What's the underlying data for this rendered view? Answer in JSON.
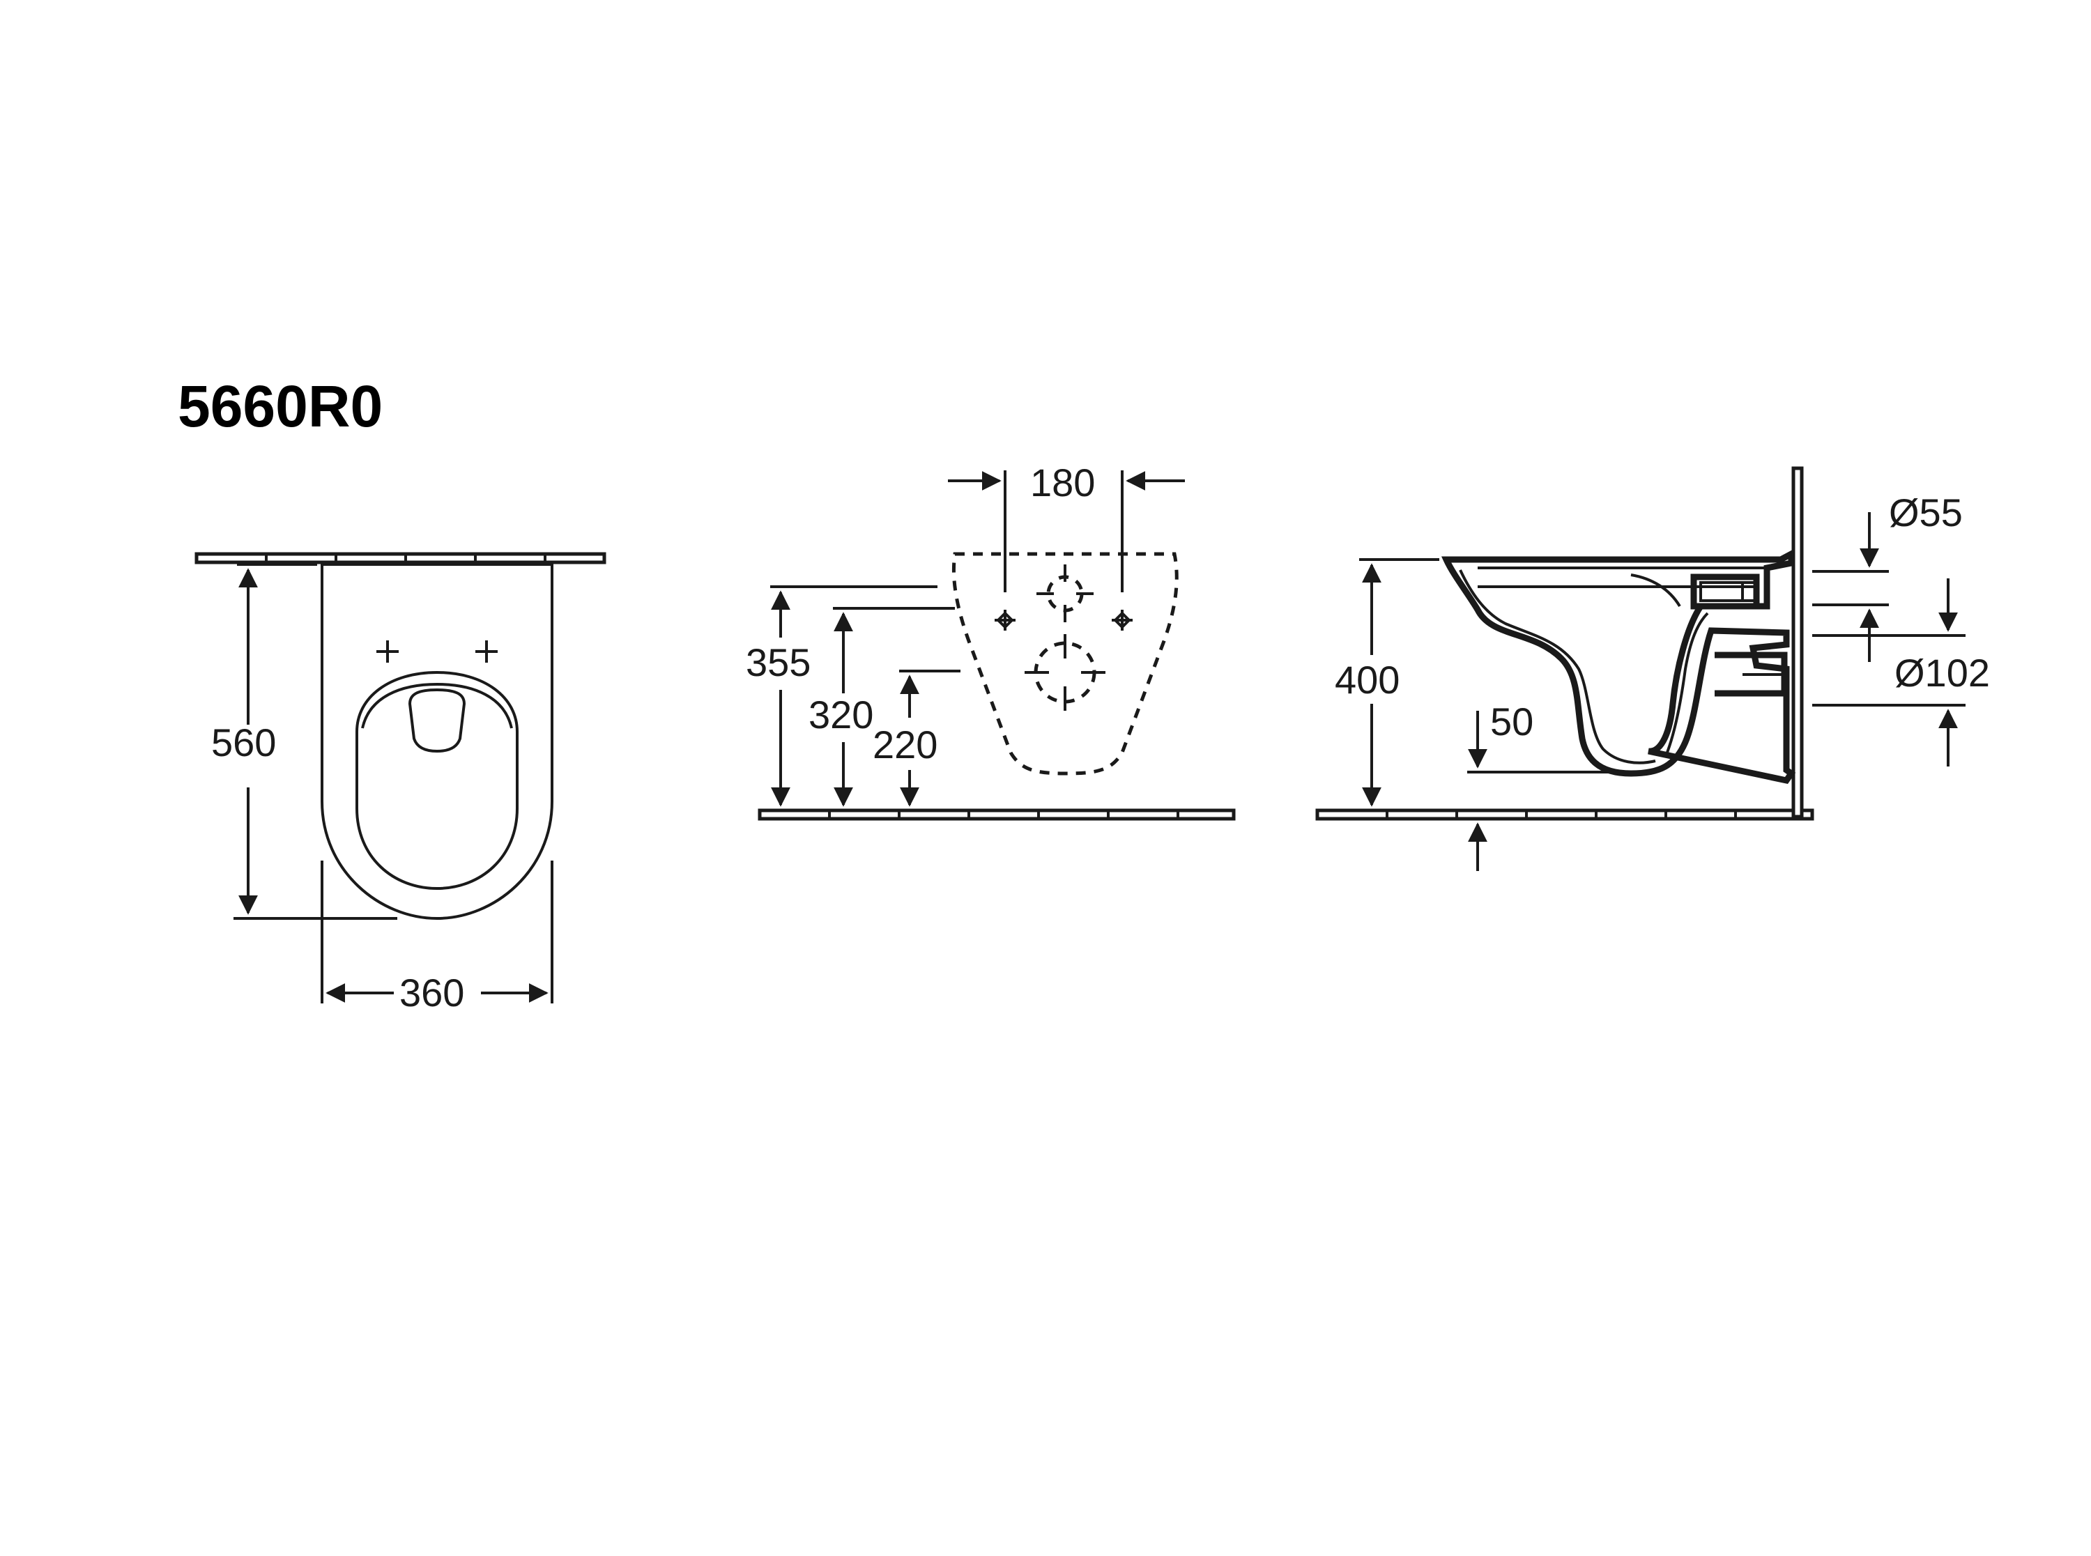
{
  "title": "5660R0",
  "top_view": {
    "dims": {
      "depth": "560",
      "width": "360"
    }
  },
  "back_view": {
    "dims": {
      "hole_spacing": "180",
      "h355": "355",
      "h320": "320",
      "h220": "220"
    }
  },
  "side_view": {
    "dims": {
      "height": "400",
      "offset": "50",
      "inlet_dia": "Ø55",
      "outlet_dia": "Ø102"
    }
  },
  "colors": {
    "line": "#1a1a1a",
    "background": "#ffffff"
  }
}
